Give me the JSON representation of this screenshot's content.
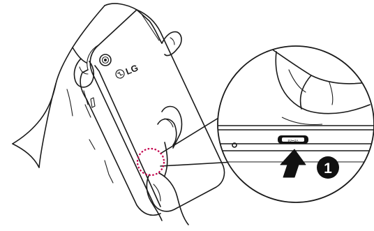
{
  "figure": {
    "brand_text": "LG",
    "port_label": "5V⎓2A",
    "step_number": "1",
    "colors": {
      "line": "#1a1a1a",
      "callout_ring": "#c4004b",
      "arrow": "#111111",
      "badge": "#111111",
      "background": "#ffffff"
    },
    "icons": {
      "camera": "camera-lens-icon",
      "arrow": "up-arrow-icon",
      "badge": "number-badge-icon"
    }
  }
}
